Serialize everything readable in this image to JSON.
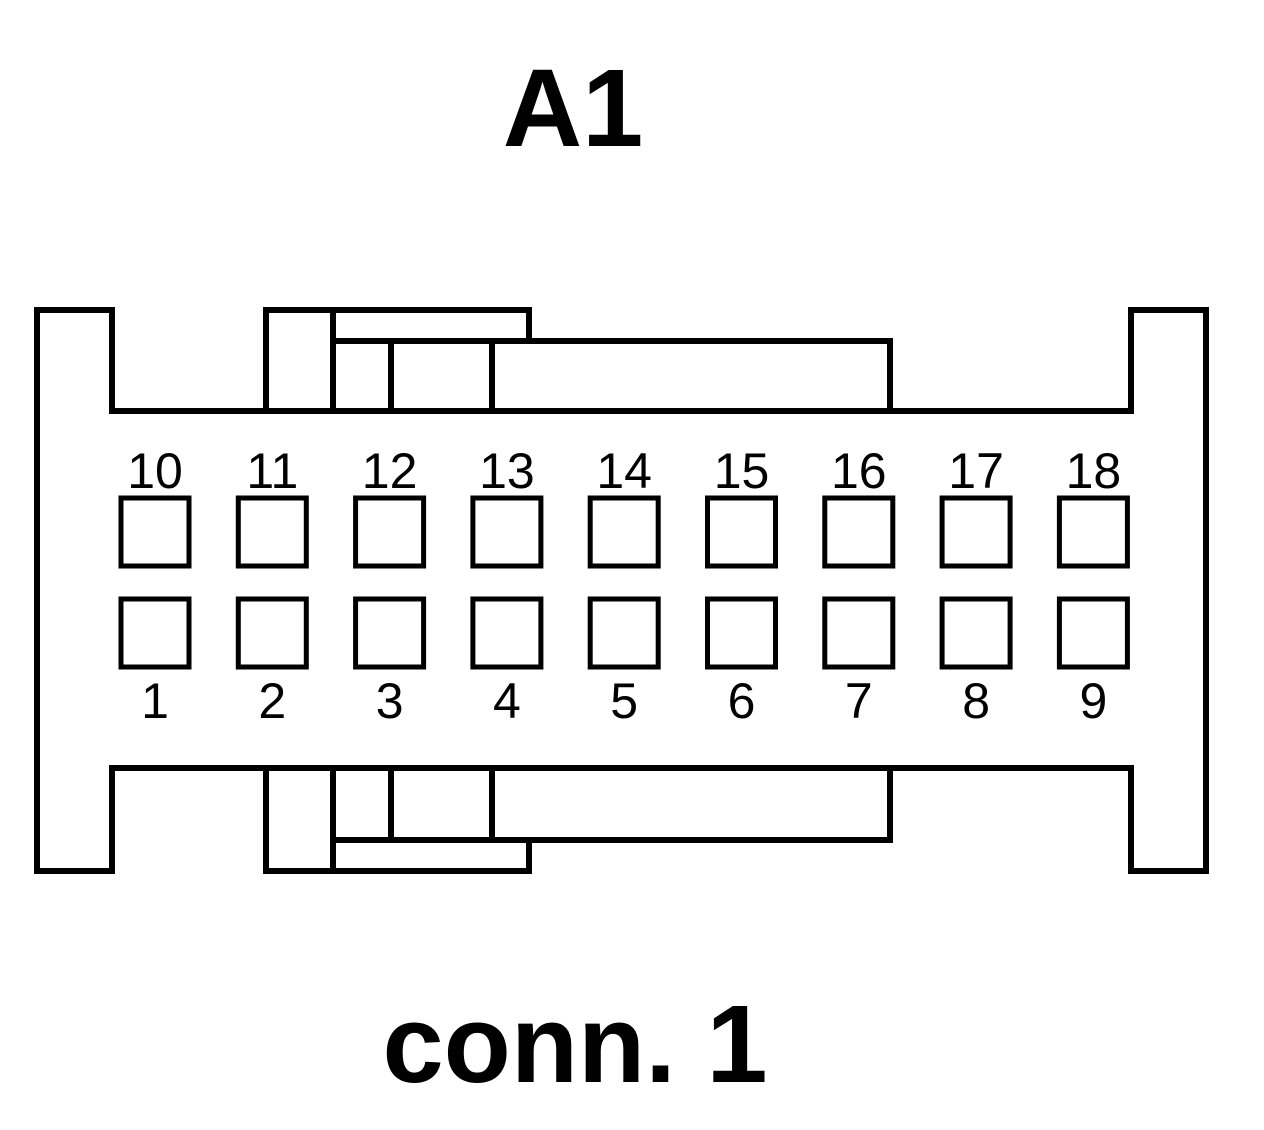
{
  "title": "A1",
  "caption": "conn. 1",
  "colors": {
    "stroke": "#000000",
    "background": "#ffffff"
  },
  "connector": {
    "top_row_pins": [
      "10",
      "11",
      "12",
      "13",
      "14",
      "15",
      "16",
      "17",
      "18"
    ],
    "bottom_row_pins": [
      "1",
      "2",
      "3",
      "4",
      "5",
      "6",
      "7",
      "8",
      "9"
    ]
  }
}
